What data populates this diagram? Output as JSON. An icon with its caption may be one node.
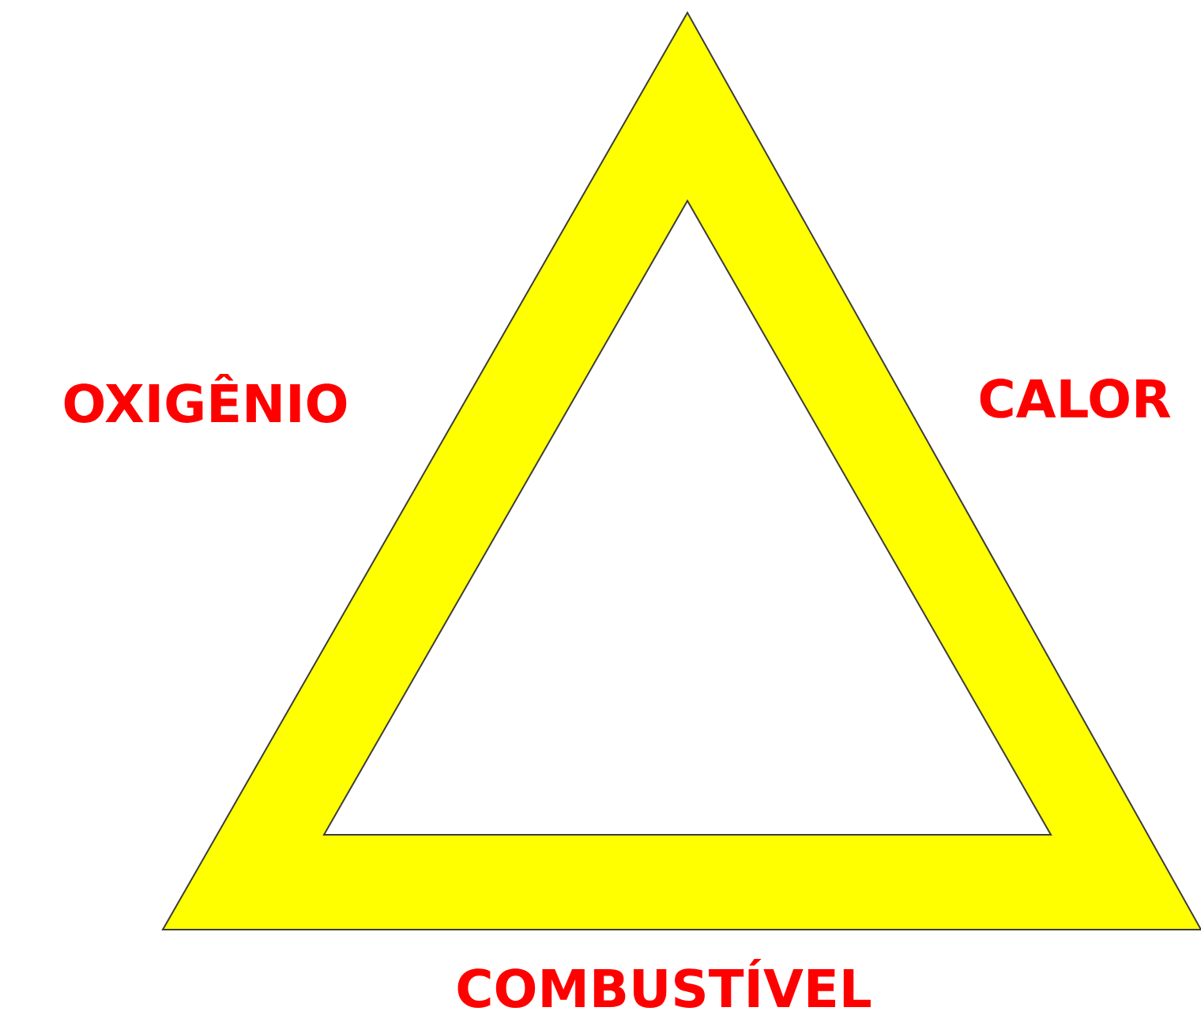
{
  "diagram": {
    "labels": [
      "OXIGÊNIO",
      "CALOR",
      "COMBUSTÍVEL"
    ]
  }
}
